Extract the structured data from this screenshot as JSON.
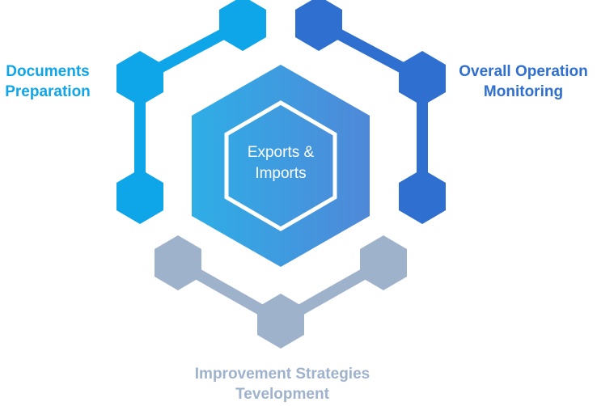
{
  "center": {
    "line1": "Exports &",
    "line2": "Imports"
  },
  "nodes": [
    {
      "id": "documents",
      "line1": "Documents",
      "line2": "Preparation",
      "color": "#0ea5e9"
    },
    {
      "id": "monitoring",
      "line1": "Overall Operation",
      "line2": "Monitoring",
      "color": "#2f6fd0"
    },
    {
      "id": "improvement",
      "line1": "Improvement Strategies",
      "line2": "Tevelopment",
      "color": "#9fb2cc"
    }
  ],
  "colors": {
    "center_left": "#2eaee6",
    "center_right": "#4f88d8",
    "center_border": "#ffffff"
  }
}
